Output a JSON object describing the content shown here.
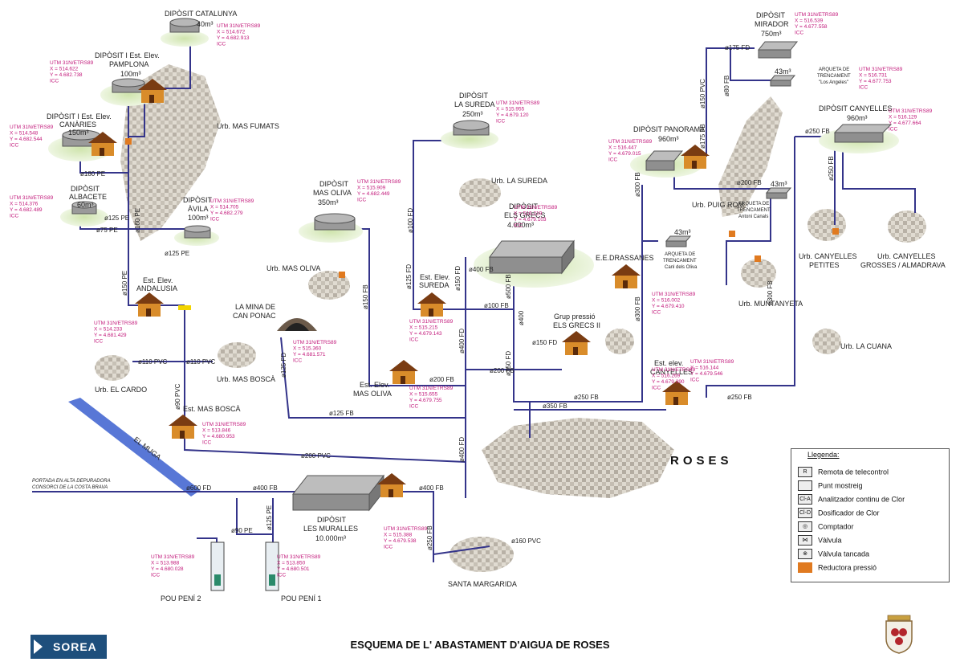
{
  "footer_title": "ESQUEMA DE L' ABASTAMENT D'AIGUA DE ROSES",
  "company": "SOREA",
  "legend": {
    "title": "Llegenda:",
    "items": [
      {
        "icon": "remote-telecontrol-icon",
        "glyph": "R",
        "label": "Remota de telecontrol"
      },
      {
        "icon": "sampling-point-icon",
        "glyph": "",
        "label": "Punt mostreig"
      },
      {
        "icon": "chlorine-analyzer-icon",
        "glyph": "Cl-A",
        "label": "Analitzador continu de Clor"
      },
      {
        "icon": "chlorine-dosing-icon",
        "glyph": "Cl-D",
        "label": "Dosificador de Clor"
      },
      {
        "icon": "meter-icon",
        "glyph": "◎",
        "label": "Comptador"
      },
      {
        "icon": "valve-icon",
        "glyph": "⋈",
        "label": "Vàlvula"
      },
      {
        "icon": "closed-valve-icon",
        "glyph": "⊗",
        "label": "Vàlvula tancada"
      },
      {
        "icon": "pressure-reducer-icon",
        "glyph": "■",
        "label": "Reductora pressió"
      }
    ]
  },
  "tanks": {
    "catalunya": {
      "title": "DIPÒSIT CATALUNYA",
      "cap": "40m³"
    },
    "pamplona": {
      "title": "DIPÒSIT I Est. Elev.",
      "sub": "PAMPLONA",
      "cap": "100m³"
    },
    "canaries": {
      "title": "DIPÒSIT I Est. Elev.",
      "sub": "CANÀRIES",
      "cap": "150m³"
    },
    "albacete": {
      "title": "DIPÒSIT",
      "sub": "ALBACETE",
      "cap": "60m³"
    },
    "avila": {
      "title": "DIPÒSIT",
      "sub": "ÀVILA",
      "cap": "100m³"
    },
    "mas_oliva": {
      "title": "DIPÒSIT",
      "sub": "MAS OLIVA",
      "cap": "350m³"
    },
    "la_sureda": {
      "title": "DIPÒSIT",
      "sub": "LA SUREDA",
      "cap": "250m³"
    },
    "els_grecs": {
      "title": "DIPÒSIT",
      "sub": "ELS GRECS",
      "cap": "4.000m³"
    },
    "panorama": {
      "title": "DIPÒSIT PANORAMA",
      "cap": "960m³"
    },
    "mirador": {
      "title": "DIPÒSIT",
      "sub": "MIRADOR",
      "cap": "750m³"
    },
    "canyelles": {
      "title": "DIPÒSIT CANYELLES",
      "cap": "960m³"
    },
    "les_muralles": {
      "title": "DIPÒSIT",
      "sub": "LES MURALLES",
      "cap": "10.000m³"
    }
  },
  "places": {
    "mas_fumats": "Urb. MAS FUMATS",
    "la_sureda": "Urb. LA SUREDA",
    "mas_oliva": "Urb. MAS OLIVA",
    "puig_rom": "Urb. PUIG ROM",
    "canyelles_petites_1": "Urb. CANYELLES",
    "canyelles_petites_2": "PETITES",
    "canyelles_grosses_1": "Urb. CANYELLES",
    "canyelles_grosses_2": "GROSSES / ALMADRAVA",
    "muntanyeta": "Urb. MUNTANYETA",
    "la_cuana": "Urb. LA CUANA",
    "el_cardo": "Urb. EL CARDO",
    "mas_bosca": "Urb. MAS BOSCÀ",
    "roses": "ROSES",
    "santa_margarida": "SANTA MARGARIDA",
    "muga": "EL MUGA",
    "mina_1": "LA MINA DE",
    "mina_2": "CAN PONAC",
    "ee_drassanes": "E.E.DRASSANES"
  },
  "stations": {
    "andalusia_1": "Est. Elev.",
    "andalusia_2": "ANDALUSIA",
    "mas_bosca": "Est. MAS BOSCÀ",
    "sureda_1": "Est. Elev.",
    "sureda_2": "SUREDA",
    "mas_oliva_1": "Est. Elev.",
    "mas_oliva_2": "MAS OLIVA",
    "grecs_1": "Grup pressió",
    "grecs_2": "ELS GRECS II",
    "canyelles_1": "Est. elev.",
    "canyelles_2": "CANYELLES",
    "arq_los_angeles_1": "ARQUETA DE",
    "arq_los_angeles_2": "TRENCAMENT",
    "arq_los_angeles_3": "\"Los Angeles\"",
    "arq_canals_1": "ARQUETA DE",
    "arq_canals_2": "TRENCAMENT",
    "arq_canals_3": "Antoni Canals",
    "arq_oliva_1": "ARQUETA DE",
    "arq_oliva_2": "TRENCAMENT",
    "arq_oliva_3": "Canl dels Oliva",
    "cap_43a": "43m³",
    "cap_43b": "43m³",
    "cap_43c": "43m³",
    "pou2": "POU PENÍ 2",
    "pou1": "POU PENÍ 1",
    "portada_1": "PORTADA EN ALTA DEPURADORA",
    "portada_2": "CONSORCI DE LA COSTA BRAVA"
  },
  "pipes": {
    "p1": "ø180 PE",
    "p2": "ø125 PE",
    "p3": "ø75 PE",
    "p4": "ø125 PE",
    "p5": "ø160 PE",
    "p6": "ø150 PE",
    "p7": "ø110 PVC",
    "p8": "ø110 PVC",
    "p9": "ø90 PVC",
    "p10": "ø200 PVC",
    "p11": "ø125 FB",
    "p12": "ø125 FD",
    "p13": "ø150 FB",
    "p14": "ø100 FD",
    "p15": "ø125 FD",
    "p16": "ø150 FD",
    "p17": "ø100 FB",
    "p18": "ø200 FB",
    "p19": "ø200 FB",
    "p20": "ø400 FD",
    "p21": "ø400 FB",
    "p22": "ø500 FB",
    "p23": "ø350 FD",
    "p24": "ø150 FD",
    "p25": "ø250 FB",
    "p26": "ø350 FB",
    "p27": "ø250 FB",
    "p28": "ø300 FB",
    "p29": "ø250 FB",
    "p30": "ø250 FB",
    "p31": "ø175 FD",
    "p32": "ø150 PVC",
    "p33": "ø175 FB",
    "p34": "ø80 FB",
    "p35": "ø200 FB",
    "p36": "ø300 FB",
    "p37": "ø600 FD",
    "p38": "ø400 FB",
    "p39": "ø400 FB",
    "p40": "ø90 PE",
    "p41": "ø125 PE",
    "p42": "ø250 FB",
    "p43": "ø160 PVC",
    "p44": "ø400 FD",
    "p45": "ø300 FB",
    "p46": "ø400"
  },
  "utm": [
    {
      "x": "514.672",
      "y": "4.682.913"
    },
    {
      "x": "514.622",
      "y": "4.682.738"
    },
    {
      "x": "514.548",
      "y": "4.682.544"
    },
    {
      "x": "514.376",
      "y": "4.682.489"
    },
    {
      "x": "514.705",
      "y": "4.682.279"
    },
    {
      "x": "514.233",
      "y": "4.681.429"
    },
    {
      "x": "513.846",
      "y": "4.680.953"
    },
    {
      "x": "515.909",
      "y": "4.682.449"
    },
    {
      "x": "515.360",
      "y": "4.681.571"
    },
    {
      "x": "515.655",
      "y": "4.679.755"
    },
    {
      "x": "515.215",
      "y": "4.679.143"
    },
    {
      "x": "515.955",
      "y": "4.679.120"
    },
    {
      "x": "516.219",
      "y": "4.679.103"
    },
    {
      "x": "515.388",
      "y": "4.679.538"
    },
    {
      "x": "516.002",
      "y": "4.679.410"
    },
    {
      "x": "516.269",
      "y": "4.679.390"
    },
    {
      "x": "516.447",
      "y": "4.679.015"
    },
    {
      "x": "516.539",
      "y": "4.677.558"
    },
    {
      "x": "516.731",
      "y": "4.677.753"
    },
    {
      "x": "516.129",
      "y": "4.677.664"
    },
    {
      "x": "516.144",
      "y": "4.679.546"
    },
    {
      "x": "513.988",
      "y": "4.680.028"
    },
    {
      "x": "513.850",
      "y": "4.680.501"
    }
  ],
  "utm_head": "UTM 31N/ETRS89",
  "utm_icc": "ICC",
  "colors": {
    "pipe": "#34348a",
    "house": "#d98c2a",
    "roof": "#7a3c12",
    "tank": "#8f8f8f",
    "ground": "#c9e0a4",
    "utm": "#c2187a",
    "reducer": "#e07a20"
  }
}
